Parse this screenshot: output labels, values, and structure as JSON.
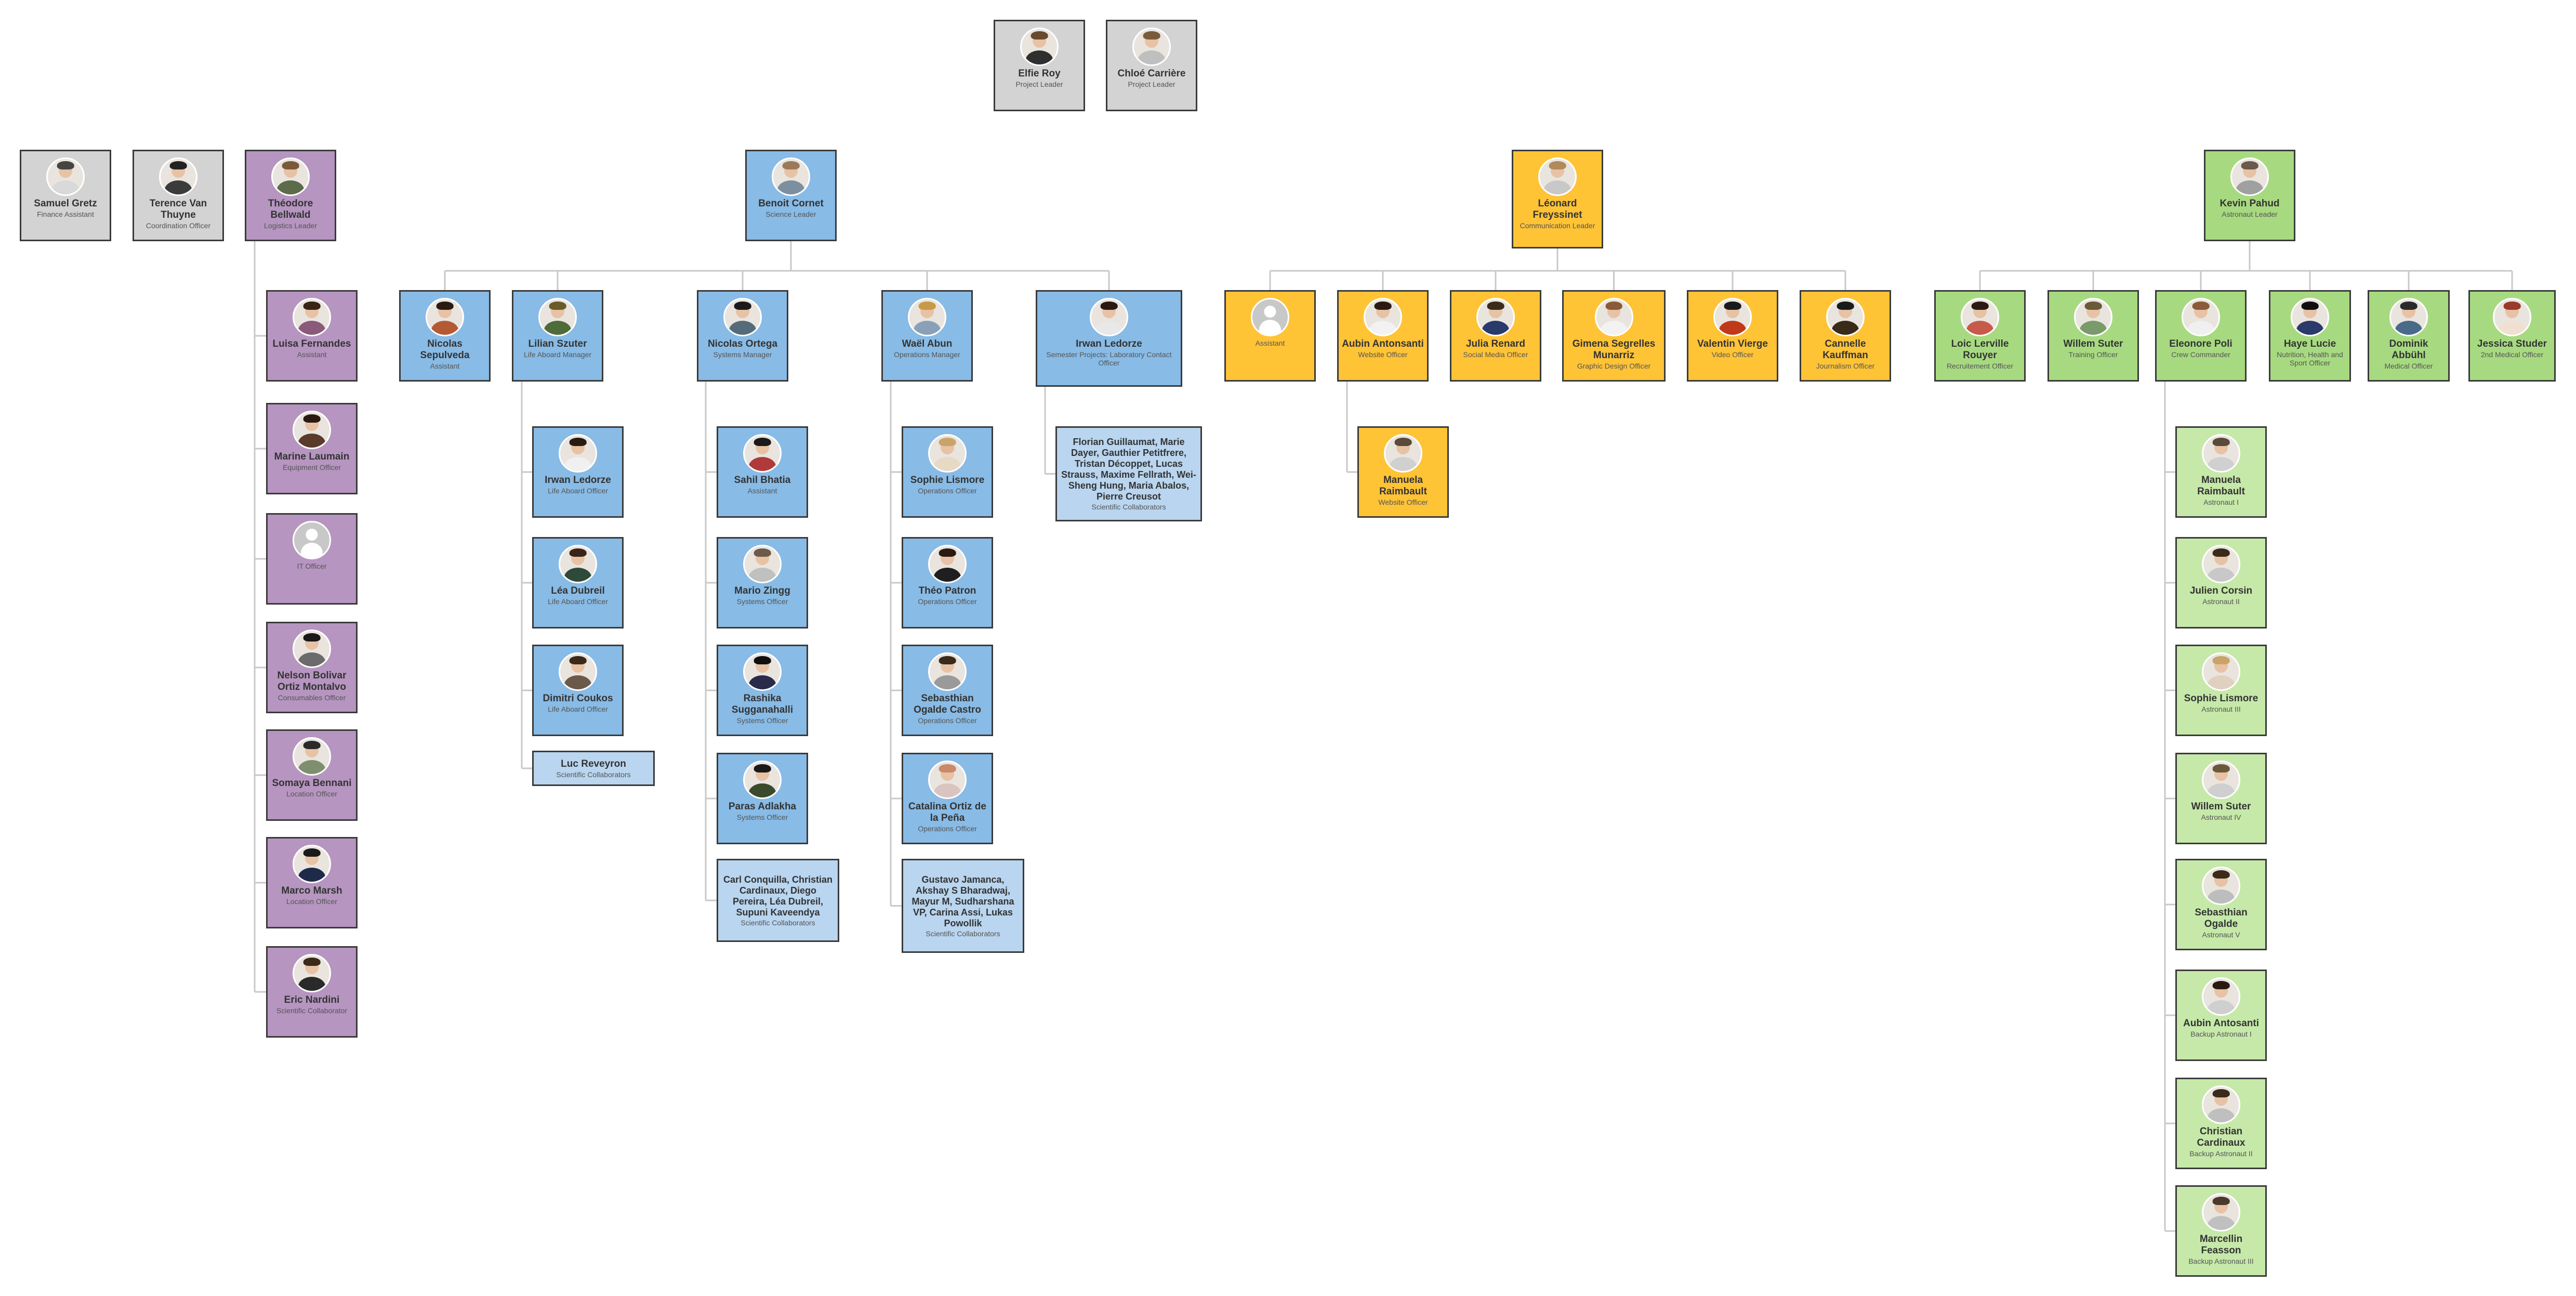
{
  "colors": {
    "gray": "#d3d3d3",
    "purple": "#b695c0",
    "blue": "#88bbe6",
    "light_blue": "#b9d5ef",
    "orange": "#ffc336",
    "green": "#a7da80",
    "light_green": "#c6e9a9",
    "connector": "#c8c8c8",
    "border": "#3a3a3a"
  },
  "nodes": [
    {
      "id": "elfie",
      "name": "Elfie Roy",
      "role": "Project Leader",
      "color": "gray",
      "avatar": "photo"
    },
    {
      "id": "chloe",
      "name": "Chloé Carrière",
      "role": "Project Leader",
      "color": "gray",
      "avatar": "photo"
    },
    {
      "id": "samuel",
      "name": "Samuel Gretz",
      "role": "Finance Assistant",
      "color": "gray",
      "avatar": "photo"
    },
    {
      "id": "terence",
      "name": "Terence Van Thuyne",
      "role": "Coordination Officer",
      "color": "gray",
      "avatar": "photo"
    },
    {
      "id": "theodore",
      "name": "Théodore Bellwald",
      "role": "Logistics Leader",
      "color": "purple",
      "avatar": "photo"
    },
    {
      "id": "luisa",
      "name": "Luisa Fernandes",
      "role": "Assistant",
      "color": "purple",
      "avatar": "photo"
    },
    {
      "id": "marine",
      "name": "Marine Laumain",
      "role": "Equipment Officer",
      "color": "purple",
      "avatar": "photo"
    },
    {
      "id": "itofficer",
      "name": "",
      "role": "IT Officer",
      "color": "purple",
      "avatar": "placeholder"
    },
    {
      "id": "nelson",
      "name": "Nelson Bolivar Ortiz Montalvo",
      "role": "Consumables Officer",
      "color": "purple",
      "avatar": "photo"
    },
    {
      "id": "somaya",
      "name": "Somaya Bennani",
      "role": "Location Officer",
      "color": "purple",
      "avatar": "photo"
    },
    {
      "id": "marco",
      "name": "Marco Marsh",
      "role": "Location Officer",
      "color": "purple",
      "avatar": "photo"
    },
    {
      "id": "eric",
      "name": "Eric Nardini",
      "role": "Scientific Collaborator",
      "color": "purple",
      "avatar": "photo"
    },
    {
      "id": "benoit",
      "name": "Benoit Cornet",
      "role": "Science Leader",
      "color": "blue",
      "avatar": "photo"
    },
    {
      "id": "nicolas_s",
      "name": "Nicolas Sepulveda",
      "role": "Assistant",
      "color": "blue",
      "avatar": "photo"
    },
    {
      "id": "lilian",
      "name": "Lilian Szuter",
      "role": "Life Aboard Manager",
      "color": "blue",
      "avatar": "photo"
    },
    {
      "id": "irwan_l",
      "name": "Irwan Ledorze",
      "role": "Life Aboard Officer",
      "color": "blue",
      "avatar": "photo"
    },
    {
      "id": "lea",
      "name": "Léa Dubreil",
      "role": "Life Aboard Officer",
      "color": "blue",
      "avatar": "photo"
    },
    {
      "id": "dimitri",
      "name": "Dimitri Coukos",
      "role": "Life Aboard Officer",
      "color": "blue",
      "avatar": "photo"
    },
    {
      "id": "luc",
      "name": "Luc Reveyron",
      "role": "Scientific Collaborators",
      "color": "light_blue",
      "avatar": "none"
    },
    {
      "id": "nicolas_o",
      "name": "Nicolas Ortega",
      "role": "Systems Manager",
      "color": "blue",
      "avatar": "photo"
    },
    {
      "id": "sahil",
      "name": "Sahil Bhatia",
      "role": "Assistant",
      "color": "blue",
      "avatar": "photo"
    },
    {
      "id": "mario",
      "name": "Mario Zingg",
      "role": "Systems Officer",
      "color": "blue",
      "avatar": "photo"
    },
    {
      "id": "rashika",
      "name": "Rashika Sugganahalli",
      "role": "Systems Officer",
      "color": "blue",
      "avatar": "photo"
    },
    {
      "id": "paras",
      "name": "Paras Adlakha",
      "role": "Systems Officer",
      "color": "blue",
      "avatar": "photo"
    },
    {
      "id": "systems_collab",
      "name": "Carl Conquilla, Christian Cardinaux, Diego Pereira, Léa Dubreil, Supuni Kaveendya",
      "role": "Scientific Collaborators",
      "color": "light_blue",
      "avatar": "none"
    },
    {
      "id": "wael",
      "name": "Waël Abun",
      "role": "Operations Manager",
      "color": "blue",
      "avatar": "photo"
    },
    {
      "id": "sophie_o",
      "name": "Sophie Lismore",
      "role": "Operations Officer",
      "color": "blue",
      "avatar": "photo"
    },
    {
      "id": "theo",
      "name": "Théo Patron",
      "role": "Operations Officer",
      "color": "blue",
      "avatar": "photo"
    },
    {
      "id": "sebastian_o",
      "name": "Sebasthian Ogalde Castro",
      "role": "Operations Officer",
      "color": "blue",
      "avatar": "photo"
    },
    {
      "id": "catalina",
      "name": "Catalina Ortiz de la Peña",
      "role": "Operations Officer",
      "color": "blue",
      "avatar": "photo"
    },
    {
      "id": "ops_collab",
      "name": "Gustavo Jamanca, Akshay S Bharadwaj, Mayur M, Sudharshana VP, Carina Assi, Lukas Powollik",
      "role": "Scientific Collaborators",
      "color": "light_blue",
      "avatar": "none"
    },
    {
      "id": "irwan_s",
      "name": "Irwan Ledorze",
      "role": "Semester Projects: Laboratory Contact Officer",
      "color": "blue",
      "avatar": "photo"
    },
    {
      "id": "semester_collab",
      "name": "Florian Guillaumat, Marie Dayer, Gauthier Petitfrere, Tristan Décoppet, Lucas Strauss, Maxime Fellrath, Wei-Sheng Hung, Maria Abalos, Pierre Creusot",
      "role": "Scientific Collaborators",
      "color": "light_blue",
      "avatar": "none"
    },
    {
      "id": "leonard",
      "name": "Léonard Freyssinet",
      "role": "Communication Leader",
      "color": "orange",
      "avatar": "photo"
    },
    {
      "id": "comm_assistant",
      "name": "",
      "role": "Assistant",
      "color": "orange",
      "avatar": "placeholder"
    },
    {
      "id": "aubin_c",
      "name": "Aubin Antonsanti",
      "role": "Website Officer",
      "color": "orange",
      "avatar": "photo"
    },
    {
      "id": "manuela_c",
      "name": "Manuela Raimbault",
      "role": "Website Officer",
      "color": "orange",
      "avatar": "photo"
    },
    {
      "id": "julia",
      "name": "Julia Renard",
      "role": "Social Media Officer",
      "color": "orange",
      "avatar": "photo"
    },
    {
      "id": "gimena",
      "name": "Gimena Segrelles Munarriz",
      "role": "Graphic Design Officer",
      "color": "orange",
      "avatar": "photo"
    },
    {
      "id": "valentin",
      "name": "Valentin Vierge",
      "role": "Video Officer",
      "color": "orange",
      "avatar": "photo"
    },
    {
      "id": "cannelle",
      "name": "Cannelle Kauffman",
      "role": "Journalism Officer",
      "color": "orange",
      "avatar": "photo"
    },
    {
      "id": "kevin",
      "name": "Kevin Pahud",
      "role": "Astronaut Leader",
      "color": "green",
      "avatar": "photo"
    },
    {
      "id": "loic",
      "name": "Loic Lerville Rouyer",
      "role": "Recruitement Officer",
      "color": "green",
      "avatar": "photo"
    },
    {
      "id": "willem_t",
      "name": "Willem Suter",
      "role": "Training Officer",
      "color": "green",
      "avatar": "photo"
    },
    {
      "id": "eleonore",
      "name": "Eleonore Poli",
      "role": "Crew Commander",
      "color": "green",
      "avatar": "photo"
    },
    {
      "id": "manuela_a",
      "name": "Manuela Raimbault",
      "role": "Astronaut I",
      "color": "light_green",
      "avatar": "photo"
    },
    {
      "id": "julien",
      "name": "Julien Corsin",
      "role": "Astronaut II",
      "color": "light_green",
      "avatar": "photo"
    },
    {
      "id": "sophie_a",
      "name": "Sophie Lismore",
      "role": "Astronaut III",
      "color": "light_green",
      "avatar": "photo"
    },
    {
      "id": "willem_a",
      "name": "Willem Suter",
      "role": "Astronaut IV",
      "color": "light_green",
      "avatar": "photo"
    },
    {
      "id": "sebastian_a",
      "name": "Sebasthian Ogalde",
      "role": "Astronaut V",
      "color": "light_green",
      "avatar": "photo"
    },
    {
      "id": "aubin_a",
      "name": "Aubin Antosanti",
      "role": "Backup Astronaut I",
      "color": "light_green",
      "avatar": "photo"
    },
    {
      "id": "christian",
      "name": "Christian Cardinaux",
      "role": "Backup Astronaut II",
      "color": "light_green",
      "avatar": "photo"
    },
    {
      "id": "marcellin",
      "name": "Marcellin Feasson",
      "role": "Backup Astronaut III",
      "color": "light_green",
      "avatar": "photo"
    },
    {
      "id": "haye",
      "name": "Haye Lucie",
      "role": "Nutrition, Health and Sport Officer",
      "color": "green",
      "avatar": "photo"
    },
    {
      "id": "dominik",
      "name": "Dominik Abbühl",
      "role": "Medical Officer",
      "color": "green",
      "avatar": "photo"
    },
    {
      "id": "jessica",
      "name": "Jessica Studer",
      "role": "2nd Medical Officer",
      "color": "green",
      "avatar": "photo"
    }
  ]
}
